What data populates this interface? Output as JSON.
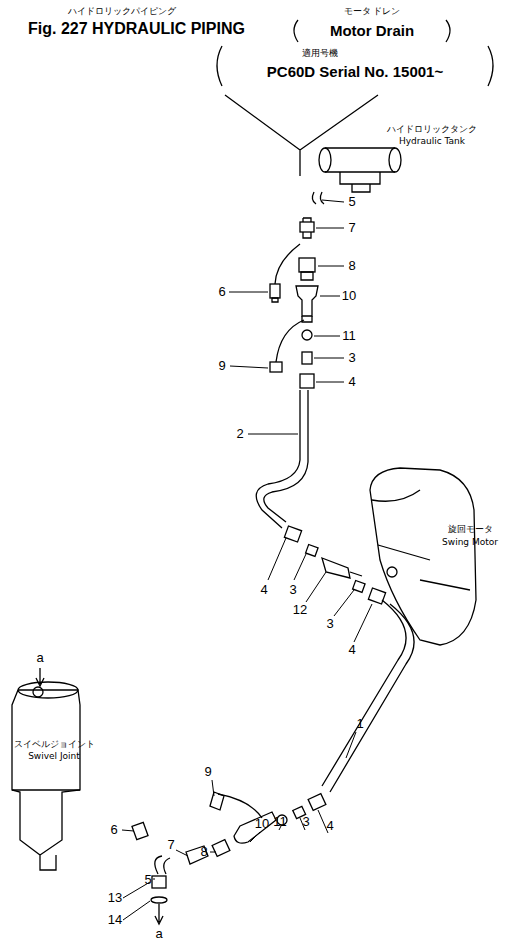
{
  "diagram": {
    "title": "Fig. 227 HYDRAULIC PIPING",
    "labels": [
      "ハイドロリックパイピング",
      "モータ ドレン",
      "Motor Drain",
      "適用号機",
      "PC60D Serial No. 15001~",
      "ハイドロリックタンク",
      "Hydraulic Tank",
      "旋回モータ",
      "Swing Motor",
      "スイベルジョイント",
      "Swivel Joint",
      "5",
      "7",
      "8",
      "6",
      "10",
      "11",
      "9",
      "3",
      "4",
      "2",
      "4",
      "3",
      "12",
      "3",
      "4",
      "1",
      "9",
      "6",
      "10",
      "11",
      "3",
      "4",
      "8",
      "7",
      "5",
      "13",
      "14",
      "a",
      "a"
    ]
  }
}
